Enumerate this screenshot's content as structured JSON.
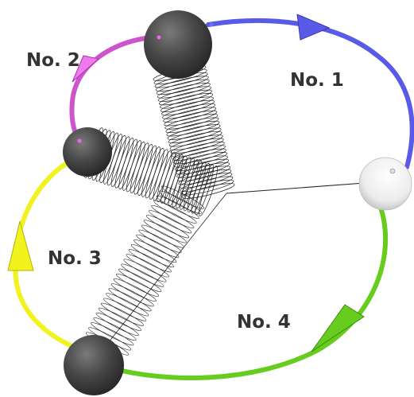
{
  "labels": {
    "no1": "No. 1",
    "no2": "No. 2",
    "no3": "No. 3",
    "no4": "No. 4"
  },
  "colors": {
    "path_no1": "#5a5ae8",
    "path_no2": "#cc55cc",
    "path_no3": "#f2f21e",
    "path_no4": "#66cc1e",
    "sphere_dark": "#3c3c3c",
    "sphere_light": "#f4f4f4",
    "spring": "#1a1a1a",
    "label_text": "#333333"
  }
}
